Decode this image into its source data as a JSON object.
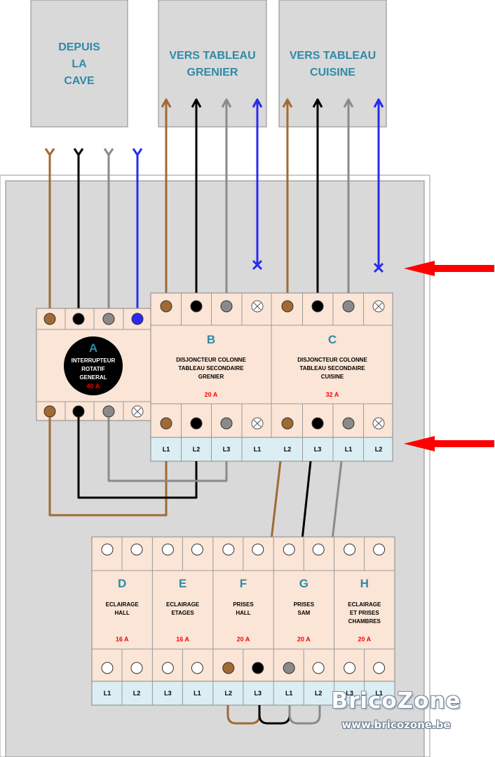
{
  "colors": {
    "brown": "#a06a32",
    "black": "#000000",
    "grey": "#8a8a8a",
    "blue": "#2a2af0",
    "red": "#ff0000",
    "label_blue": "#2f8aa8",
    "peach": "#fbe5d6",
    "terminal_strip": "#dbeef3",
    "panel": "#d9d9d9"
  },
  "top_boxes": [
    {
      "lines": [
        "DEPUIS",
        "LA",
        "CAVE"
      ]
    },
    {
      "lines": [
        "VERS TABLEAU",
        "GRENIER"
      ]
    },
    {
      "lines": [
        "VERS TABLEAU",
        "CUISINE"
      ]
    }
  ],
  "switch_a": {
    "letter": "A",
    "lines": [
      "INTERRUPTEUR",
      "ROTATIF",
      "GENERAL"
    ],
    "rating": "40 A"
  },
  "breakers_top": [
    {
      "letter": "B",
      "lines": [
        "DISJONCTEUR COLONNE",
        "TABLEAU SECONDAIRE",
        "GRENIER"
      ],
      "rating": "20 A"
    },
    {
      "letter": "C",
      "lines": [
        "DISJONCTEUR COLONNE",
        "TABLEAU SECONDAIRE",
        "CUISINE"
      ],
      "rating": "32 A"
    }
  ],
  "terminal_labels_top": [
    "L1",
    "L2",
    "L3",
    "L1",
    "L2",
    "L3",
    "L1",
    "L2"
  ],
  "breakers_bottom": [
    {
      "letter": "D",
      "lines": [
        "ECLAIRAGE",
        "HALL"
      ],
      "rating": "16 A"
    },
    {
      "letter": "E",
      "lines": [
        "ECLAIRAGE",
        "ETAGES"
      ],
      "rating": "16 A"
    },
    {
      "letter": "F",
      "lines": [
        "PRISES",
        "HALL"
      ],
      "rating": "20 A"
    },
    {
      "letter": "G",
      "lines": [
        "PRISES",
        "SAM"
      ],
      "rating": "20 A"
    },
    {
      "letter": "H",
      "lines": [
        "ECLAIRAGE",
        "ET PRISES",
        "CHAMBRES"
      ],
      "rating": "20 A"
    }
  ],
  "terminal_labels_bottom": [
    "L1",
    "L2",
    "L3",
    "L1",
    "L2",
    "L3",
    "L1",
    "L2",
    "L3",
    "L1"
  ],
  "watermark": {
    "title": "BricoZone",
    "url": "www.bricozone.be"
  }
}
